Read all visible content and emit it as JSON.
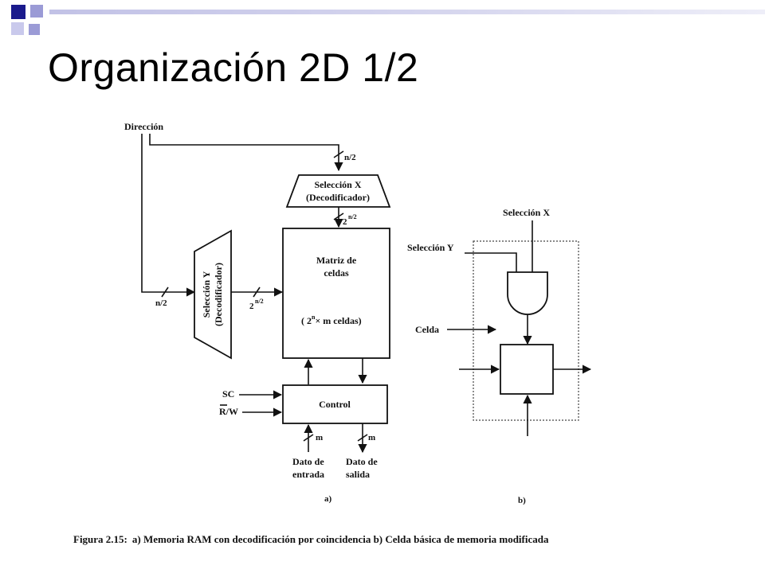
{
  "slide": {
    "title": "Organización 2D 1/2"
  },
  "figure_a": {
    "direccion": "Dirección",
    "n2_top": "n/2",
    "sel_x_line1": "Selección X",
    "sel_x_line2": "(Decodificador)",
    "pow_x_base": "2",
    "pow_x_exp": "n/2",
    "sel_y_line1": "Selección Y",
    "sel_y_line2": "(Decodificador)",
    "n2_left": "n/2",
    "pow_y_base": "2",
    "pow_y_exp": "n/2",
    "matrix_line1": "Matriz de",
    "matrix_line2": "celdas",
    "matrix_line3_a": "( 2",
    "matrix_line3_exp": "n",
    "matrix_line3_b": "× m celdas)",
    "sc": "SC",
    "rw": "R/W",
    "control": "Control",
    "m_in": "m",
    "m_out": "m",
    "dato_entrada_1": "Dato de",
    "dato_entrada_2": "entrada",
    "dato_salida_1": "Dato de",
    "dato_salida_2": "salida",
    "label": "a)"
  },
  "figure_b": {
    "sel_x": "Selección X",
    "sel_y": "Selección Y",
    "celda": "Celda",
    "label": "b)"
  },
  "caption": {
    "prefix": "Figura 2.15:",
    "text": "a) Memoria RAM con decodificación por coincidencia b) Celda básica de memoria modificada"
  }
}
